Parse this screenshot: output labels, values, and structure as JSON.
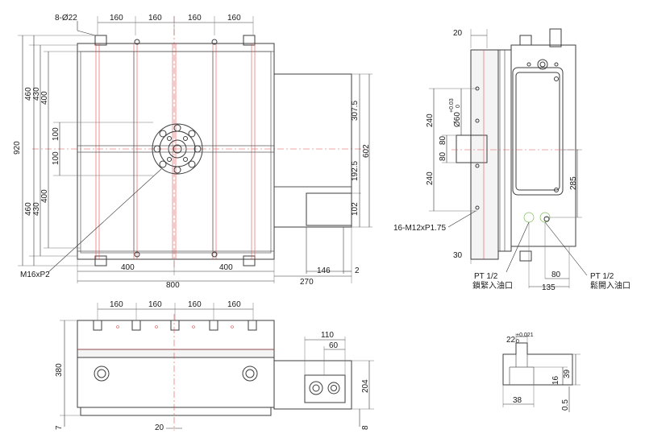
{
  "top_view": {
    "hole_note": "8-Ø22",
    "top_spacing": [
      "160",
      "160",
      "160",
      "160"
    ],
    "left_outer": "920",
    "left_460_top": "460",
    "left_430_top": "430",
    "left_400_top": "400",
    "left_460_bot": "460",
    "left_430_bot": "430",
    "left_400_bot": "400",
    "center_100_top": "100",
    "center_100_bot": "100",
    "right_307": "307.5",
    "right_192": "192.5",
    "right_602": "602",
    "right_102": "102",
    "bottom_400_left": "400",
    "bottom_400_right": "400",
    "bottom_800": "800",
    "bottom_270": "270",
    "bottom_146": "146",
    "bottom_2": "2",
    "thread_note": "M16xP2"
  },
  "side_view": {
    "top_20": "20",
    "dia_60": "Ø60",
    "dia_60_tol": "+0.03",
    "dia_60_tol_low": "0",
    "d240_top": "240",
    "d80_top": "80",
    "d80_bot": "80",
    "d240_bot": "240",
    "d285": "285",
    "thread_note": "16-M12xP1.75",
    "d30": "30",
    "d80_base": "80",
    "d135": "135",
    "port_left_size": "PT 1/2",
    "port_left_name": "鎖緊入油口",
    "port_right_size": "PT 1/2",
    "port_right_name": "鬆開入油口"
  },
  "front_view": {
    "top_spacing": [
      "160",
      "160",
      "160",
      "160"
    ],
    "height_380": "380",
    "d7": "7",
    "d20": "20",
    "d110": "110",
    "d60": "60",
    "d204": "204",
    "d8": "8"
  },
  "slot_detail": {
    "width_22": "22",
    "width_tol": "+0.021",
    "width_tol_low": "0",
    "d39": "39",
    "d16": "16",
    "d38": "38",
    "d05": "0.5"
  }
}
